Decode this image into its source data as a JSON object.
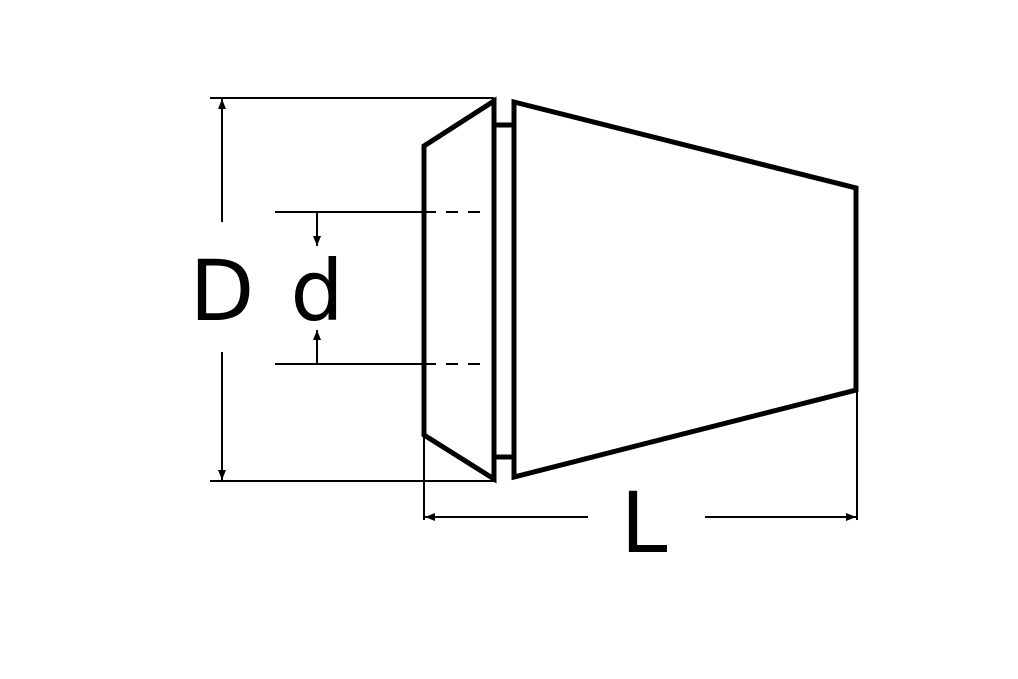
{
  "labels": {
    "outer_diameter": "D",
    "bore_diameter": "d",
    "length": "L"
  },
  "colors": {
    "stroke": "#000000",
    "background": "#ffffff"
  }
}
